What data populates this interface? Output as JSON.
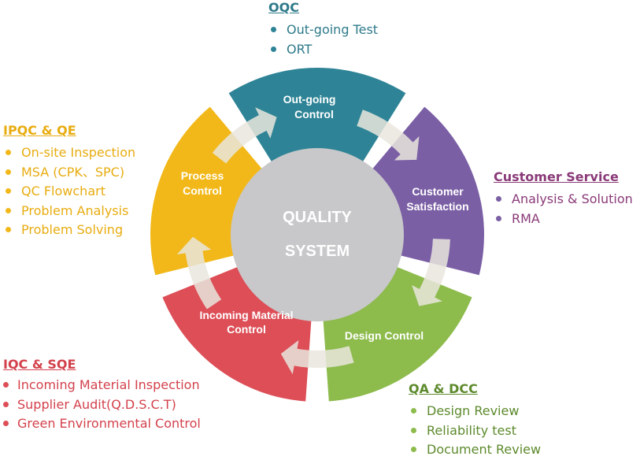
{
  "colors": {
    "oqc": "#2e8496",
    "customer": "#7b5fa5",
    "design": "#8dbb4c",
    "incoming": "#dd4e57",
    "process": "#f2b81a",
    "center": "#c8c7ca",
    "arrow": "#e9e6dd"
  },
  "center": {
    "line1": "QUALITY",
    "line2": "SYSTEM"
  },
  "segments": {
    "outgoing": {
      "line1": "Out-going",
      "line2": "Control"
    },
    "customer": {
      "line1": "Customer",
      "line2": "Satisfaction"
    },
    "design": {
      "line1": "Design Control"
    },
    "incoming": {
      "line1": "Incoming Material",
      "line2": "Control"
    },
    "process": {
      "line1": "Process",
      "line2": "Control"
    }
  },
  "panels": {
    "oqc": {
      "title": "OQC",
      "items": [
        "Out-going Test",
        "ORT"
      ]
    },
    "customer": {
      "title": "Customer Service",
      "items": [
        "Analysis & Solution",
        "RMA"
      ]
    },
    "qa": {
      "title": "QA & DCC",
      "items": [
        "Design Review",
        "Reliability test",
        "Document Review"
      ]
    },
    "iqc": {
      "title": "IQC & SQE",
      "items": [
        "Incoming Material Inspection",
        "Supplier Audit(Q.D.S.C.T)",
        "Green Environmental  Control"
      ]
    },
    "ipqc": {
      "title": "IPQC & QE",
      "items": [
        "On-site Inspection",
        "MSA (CPK、SPC)",
        "QC Flowchart",
        "Problem Analysis",
        "Problem Solving"
      ]
    }
  }
}
